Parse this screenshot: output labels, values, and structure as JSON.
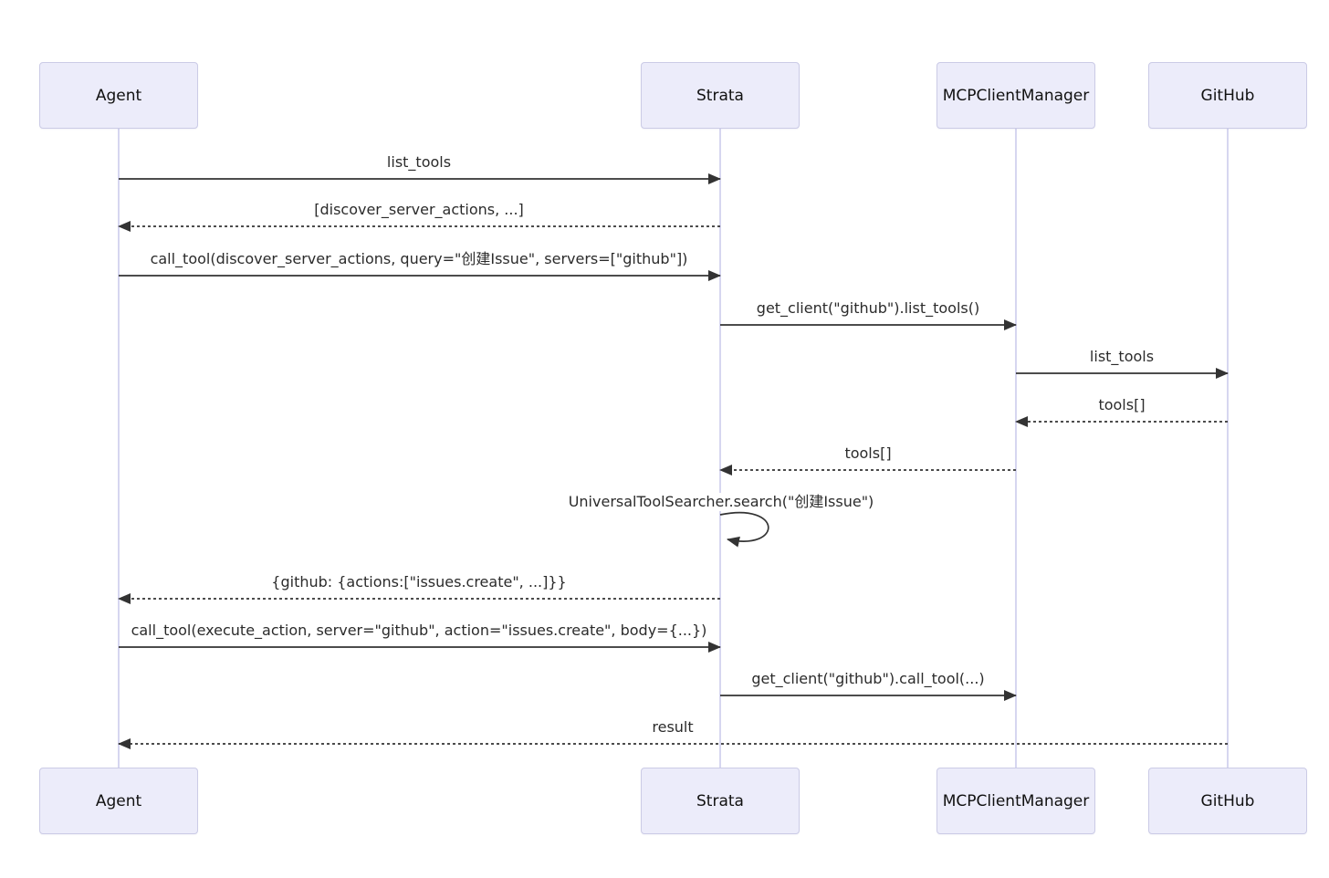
{
  "diagram": {
    "type": "sequence",
    "colors": {
      "actor_fill": "#ECECFA",
      "actor_border": "#CBCBE6",
      "lifeline": "#C9C9EC",
      "arrow": "#333333",
      "text": "#2b2b2b"
    },
    "actors": [
      {
        "name": "Agent"
      },
      {
        "name": "Strata"
      },
      {
        "name": "MCPClientManager"
      },
      {
        "name": "GitHub"
      }
    ],
    "messages": [
      {
        "text": "list_tools",
        "from": "Agent",
        "to": "Strata",
        "line": "solid"
      },
      {
        "text": "[discover_server_actions, ...]",
        "from": "Strata",
        "to": "Agent",
        "line": "dashed"
      },
      {
        "text": "call_tool(discover_server_actions, query=\"创建Issue\", servers=[\"github\"])",
        "from": "Agent",
        "to": "Strata",
        "line": "solid"
      },
      {
        "text": "get_client(\"github\").list_tools()",
        "from": "Strata",
        "to": "MCPClientManager",
        "line": "solid"
      },
      {
        "text": "list_tools",
        "from": "MCPClientManager",
        "to": "GitHub",
        "line": "solid"
      },
      {
        "text": "tools[]",
        "from": "GitHub",
        "to": "MCPClientManager",
        "line": "dashed"
      },
      {
        "text": "tools[]",
        "from": "MCPClientManager",
        "to": "Strata",
        "line": "dashed"
      },
      {
        "text": "UniversalToolSearcher.search(\"创建Issue\")",
        "from": "Strata",
        "to": "Strata",
        "line": "self-loop"
      },
      {
        "text": "{github: {actions:[\"issues.create\", ...]}}",
        "from": "Strata",
        "to": "Agent",
        "line": "dashed"
      },
      {
        "text": "call_tool(execute_action, server=\"github\", action=\"issues.create\", body={...})",
        "from": "Agent",
        "to": "Strata",
        "line": "solid"
      },
      {
        "text": "get_client(\"github\").call_tool(...)",
        "from": "Strata",
        "to": "MCPClientManager",
        "line": "solid"
      },
      {
        "text": "result",
        "from": "GitHub",
        "to": "Agent",
        "line": "dashed"
      }
    ]
  }
}
